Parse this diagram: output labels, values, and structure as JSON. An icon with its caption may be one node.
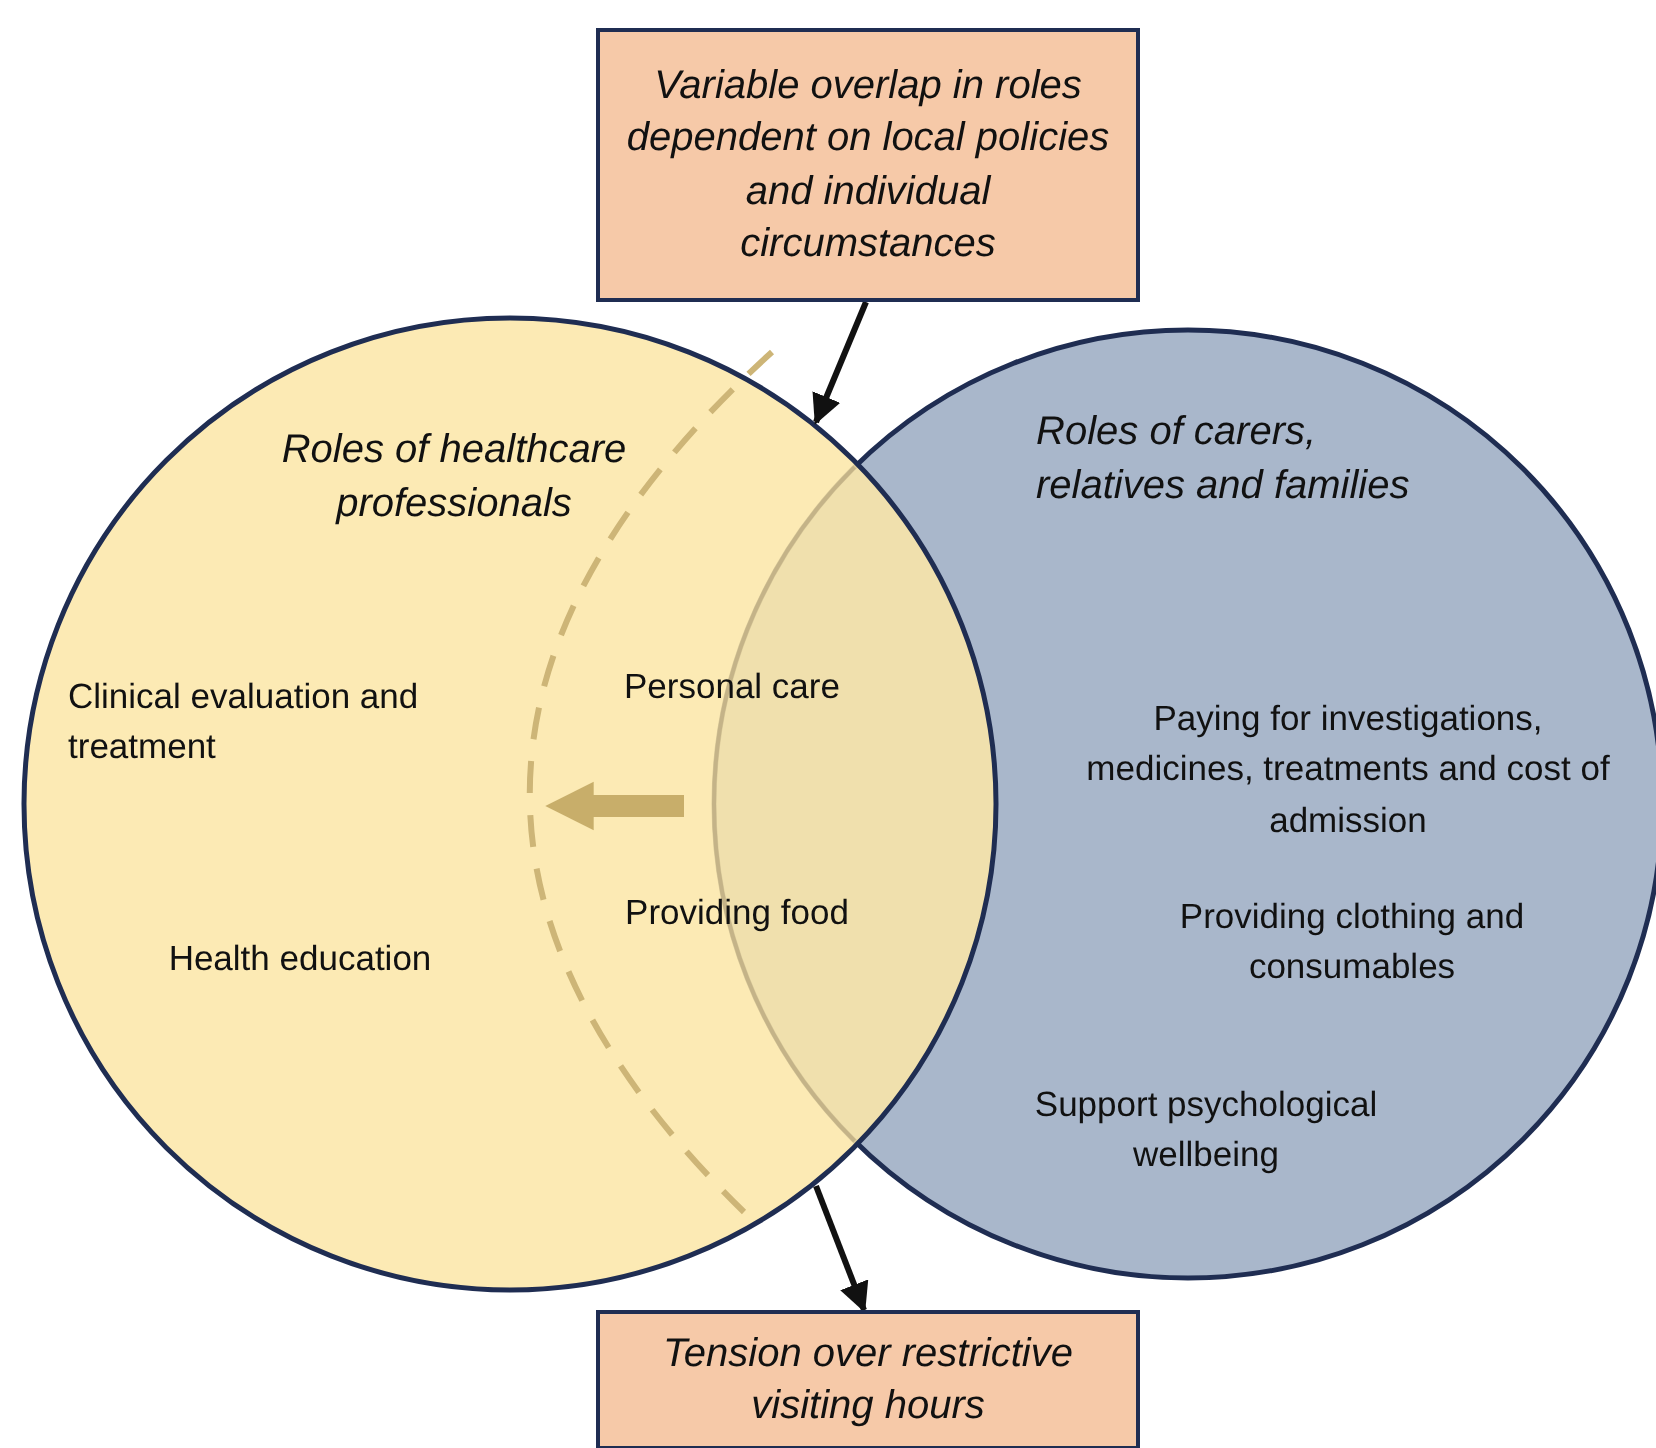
{
  "diagram": {
    "nodes": [
      {
        "text": [
          "Variable overlap in roles dependent on local policies and individual circumstances"
        ]
      },
      {
        "text": [
          "Roles of healthcare professionals",
          "Clinical evaluation and treatment",
          "Health education"
        ]
      },
      {
        "text": [
          "Roles of carers, relatives and families",
          "Paying for investigations, medicines, treatments and cost of admission",
          "Providing clothing and consumables",
          "Support psychological wellbeing"
        ]
      },
      {
        "text": [
          "Tension over restrictive visiting hours"
        ]
      }
    ],
    "edges": [
      {
        "from": 0,
        "to": 1,
        "arrow": "to"
      },
      {
        "from": 1,
        "to": 3,
        "arrow": "to"
      }
    ],
    "labels": [
      "Personal care",
      "Providing food"
    ]
  }
}
